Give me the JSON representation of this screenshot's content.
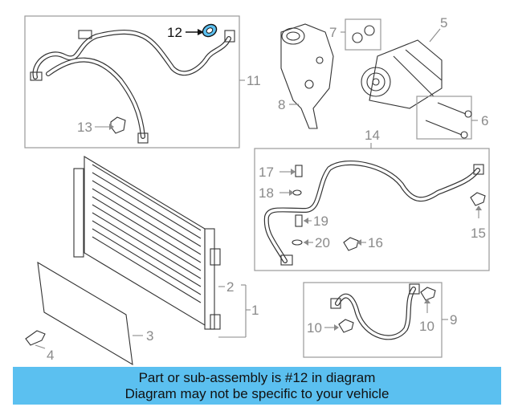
{
  "diagram": {
    "labels": {
      "p1": "1",
      "p2": "2",
      "p3": "3",
      "p4": "4",
      "p5": "5",
      "p6": "6",
      "p7": "7",
      "p8": "8",
      "p9": "9",
      "p10a": "10",
      "p10b": "10",
      "p11": "11",
      "p12": "12",
      "p13": "13",
      "p14": "14",
      "p15": "15",
      "p16": "16",
      "p17": "17",
      "p18": "18",
      "p19": "19",
      "p20": "20"
    },
    "highlight_color": "#5bc0f0"
  },
  "banner": {
    "line1": "Part or sub-assembly is #12 in diagram",
    "line2": "Diagram may not be specific to your vehicle",
    "background": "#5bc0f0"
  }
}
